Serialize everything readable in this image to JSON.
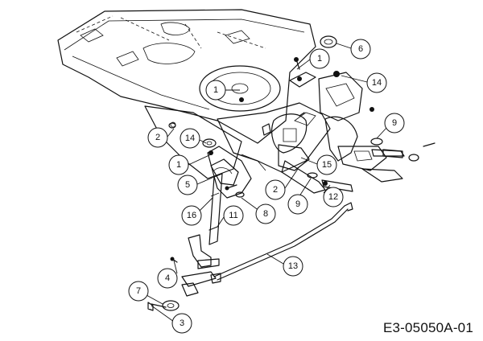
{
  "drawing_code": "E3-05050A-01",
  "callouts": [
    "1",
    "1",
    "1",
    "2",
    "2",
    "3",
    "4",
    "5",
    "6",
    "7",
    "8",
    "9",
    "9",
    "11",
    "12",
    "13",
    "14",
    "14",
    "15",
    "16"
  ]
}
